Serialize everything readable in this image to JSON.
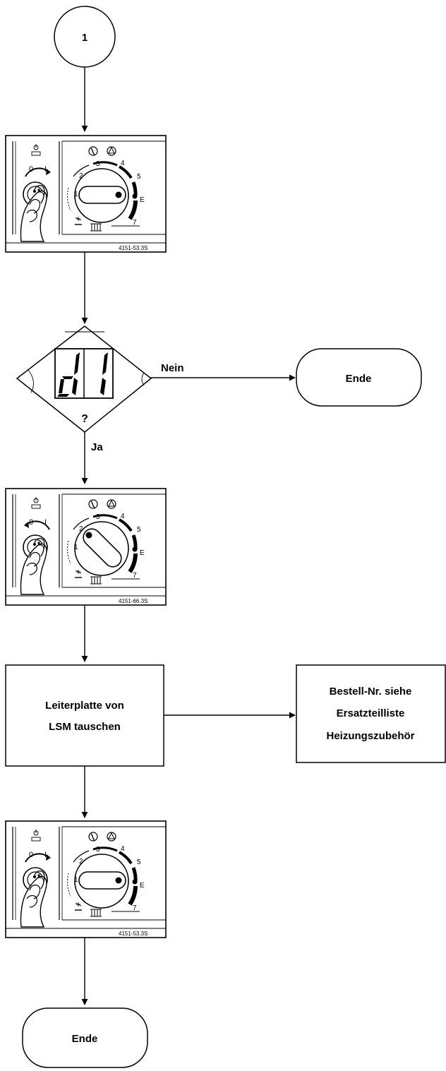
{
  "start_connector": {
    "label": "1"
  },
  "panel_1": {
    "code": "4151-53.3S",
    "switch_off": "0",
    "switch_on": "I",
    "dial": [
      "1",
      "2",
      "3",
      "4",
      "5",
      "E",
      "7"
    ]
  },
  "decision": {
    "question": "?",
    "no_label": "Nein",
    "yes_label": "Ja",
    "display_text": "d1"
  },
  "end_right": {
    "label": "Ende"
  },
  "panel_2": {
    "code": "4151-66.3S",
    "switch_off": "0",
    "switch_on": "I",
    "dial": [
      "1",
      "2",
      "3",
      "4",
      "5",
      "E",
      "7"
    ]
  },
  "process_box": {
    "line1": "Leiterplatte von",
    "line2": "LSM tauschen"
  },
  "info_box": {
    "line1": "Bestell-Nr. siehe",
    "line2": "Ersatzteilliste",
    "line3": "Heizungszubehör"
  },
  "panel_3": {
    "code": "4151-53.3S",
    "switch_off": "0",
    "switch_on": "I",
    "dial": [
      "1",
      "2",
      "3",
      "4",
      "5",
      "E",
      "7"
    ]
  },
  "end_bottom": {
    "label": "Ende"
  }
}
